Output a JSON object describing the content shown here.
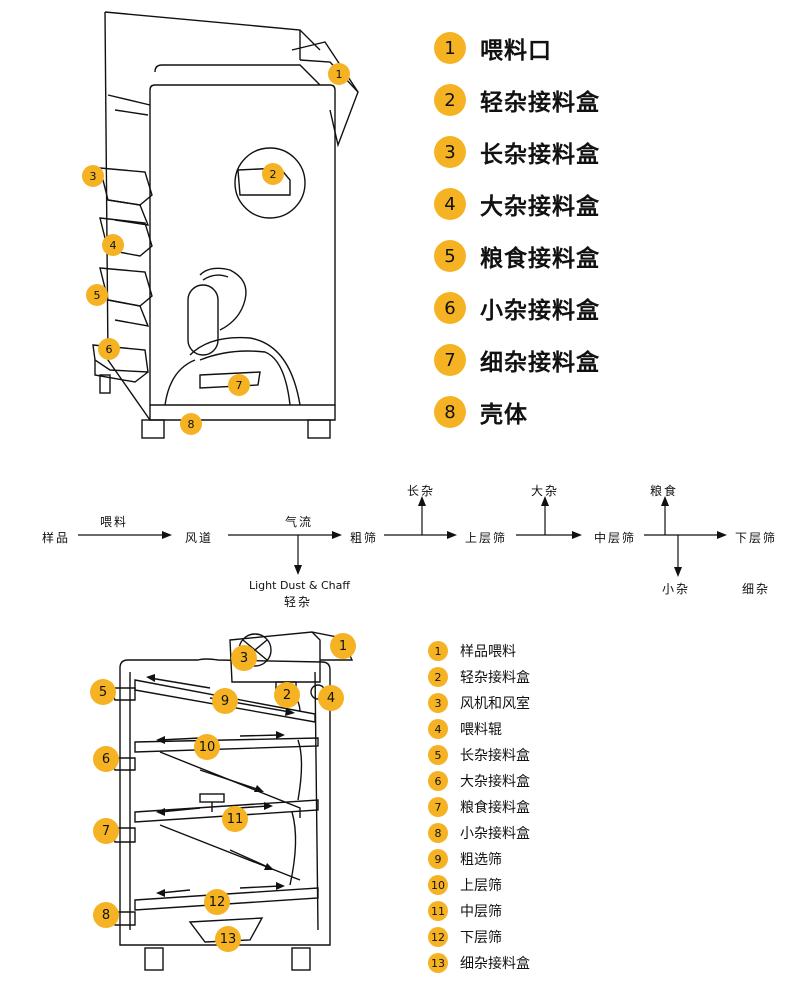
{
  "legend_top": [
    {
      "num": "1",
      "label": "喂料口"
    },
    {
      "num": "2",
      "label": "轻杂接料盒"
    },
    {
      "num": "3",
      "label": "长杂接料盒"
    },
    {
      "num": "4",
      "label": "大杂接料盒"
    },
    {
      "num": "5",
      "label": "粮食接料盒"
    },
    {
      "num": "6",
      "label": "小杂接料盒"
    },
    {
      "num": "7",
      "label": "细杂接料盒"
    },
    {
      "num": "8",
      "label": "壳体"
    }
  ],
  "legend_bottom": [
    {
      "num": "1",
      "label": "样品喂料"
    },
    {
      "num": "2",
      "label": "轻杂接料盒"
    },
    {
      "num": "3",
      "label": "风机和风室"
    },
    {
      "num": "4",
      "label": "喂料辊"
    },
    {
      "num": "5",
      "label": "长杂接料盒"
    },
    {
      "num": "6",
      "label": "大杂接料盒"
    },
    {
      "num": "7",
      "label": "粮食接料盒"
    },
    {
      "num": "8",
      "label": "小杂接料盒"
    },
    {
      "num": "9",
      "label": "粗选筛"
    },
    {
      "num": "10",
      "label": "上层筛"
    },
    {
      "num": "11",
      "label": "中层筛"
    },
    {
      "num": "12",
      "label": "下层筛"
    },
    {
      "num": "13",
      "label": "细杂接料盒"
    }
  ],
  "flow": {
    "sample": "样品",
    "feed": "喂料",
    "fan_duct": "风道",
    "airflow": "气流",
    "light_dust_en": "Light Dust & Chaff",
    "light_dust_cn": "轻杂",
    "coarse_screen": "粗筛",
    "long_impurity": "长杂",
    "upper_screen": "上层筛",
    "large_impurity": "大杂",
    "middle_screen": "中层筛",
    "grain": "粮食",
    "small_impurity": "小杂",
    "lower_screen": "下层筛",
    "fine_impurity": "细杂"
  },
  "callouts_top": [
    "1",
    "2",
    "3",
    "4",
    "5",
    "6",
    "7",
    "8"
  ],
  "callouts_bottom": [
    "1",
    "2",
    "3",
    "4",
    "5",
    "6",
    "7",
    "8",
    "9",
    "10",
    "11",
    "12",
    "13"
  ],
  "colors": {
    "badge": "#f5b324",
    "line": "#111111"
  }
}
